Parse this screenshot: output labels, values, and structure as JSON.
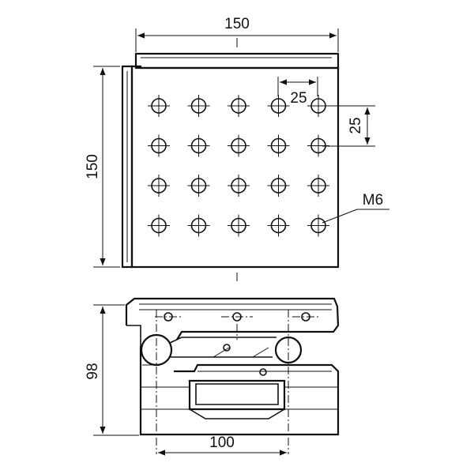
{
  "drawing": {
    "top_view": {
      "width_label": "150",
      "height_label": "150",
      "hole_pitch_x_label": "25",
      "hole_pitch_y_label": "25",
      "thread_label": "M6",
      "hole_grid": {
        "columns": 5,
        "rows": 4
      }
    },
    "side_view": {
      "height_label": "98",
      "span_label": "100"
    }
  }
}
